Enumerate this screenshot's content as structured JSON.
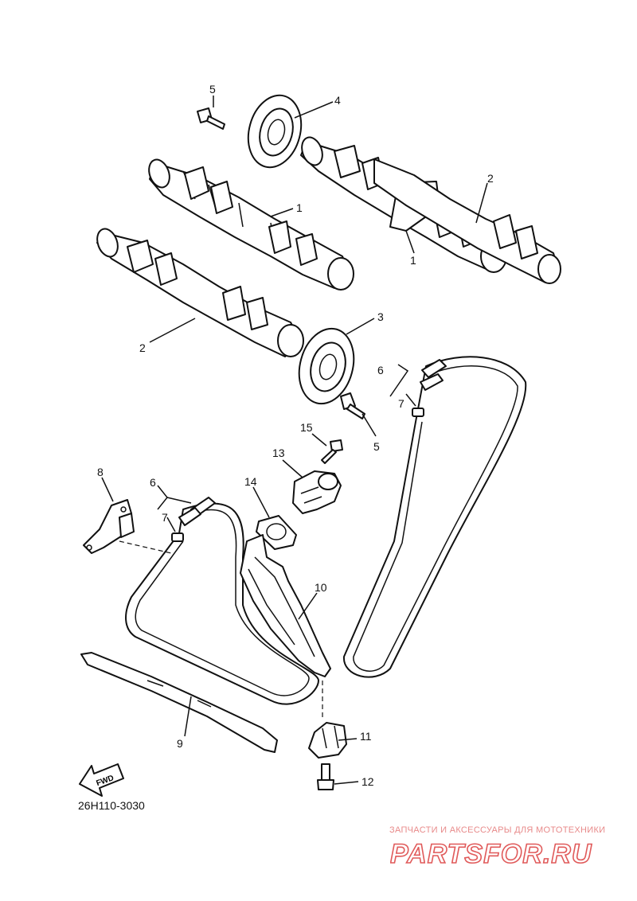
{
  "labels": [
    {
      "text": "1"
    },
    {
      "text": "1"
    },
    {
      "text": "2"
    },
    {
      "text": "2"
    },
    {
      "text": "3"
    },
    {
      "text": "4"
    },
    {
      "text": "5"
    },
    {
      "text": "5"
    },
    {
      "text": "6"
    },
    {
      "text": "6"
    },
    {
      "text": "7"
    },
    {
      "text": "7"
    },
    {
      "text": "8"
    },
    {
      "text": "9"
    },
    {
      "text": "10"
    },
    {
      "text": "11"
    },
    {
      "text": "12"
    },
    {
      "text": "13"
    },
    {
      "text": "14"
    },
    {
      "text": "15"
    }
  ],
  "fwd_label": "FWD",
  "diagram_code": "26H110-3030",
  "watermark": {
    "tagline": "ЗАПЧАСТИ И АКСЕССУАРЫ ДЛЯ МОТОТЕХНИКИ",
    "logo": "PARTSFOR.RU",
    "color": "#e05a5a"
  }
}
